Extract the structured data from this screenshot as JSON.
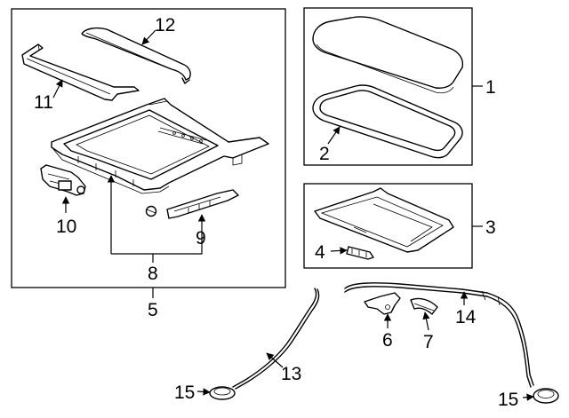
{
  "callouts": {
    "c1": "1",
    "c2": "2",
    "c3": "3",
    "c4": "4",
    "c5": "5",
    "c6": "6",
    "c7": "7",
    "c8": "8",
    "c9": "9",
    "c10": "10",
    "c11": "11",
    "c12": "12",
    "c13": "13",
    "c14": "14",
    "c15a": "15",
    "c15b": "15"
  },
  "colors": {
    "line": "#000000",
    "background": "#ffffff"
  }
}
